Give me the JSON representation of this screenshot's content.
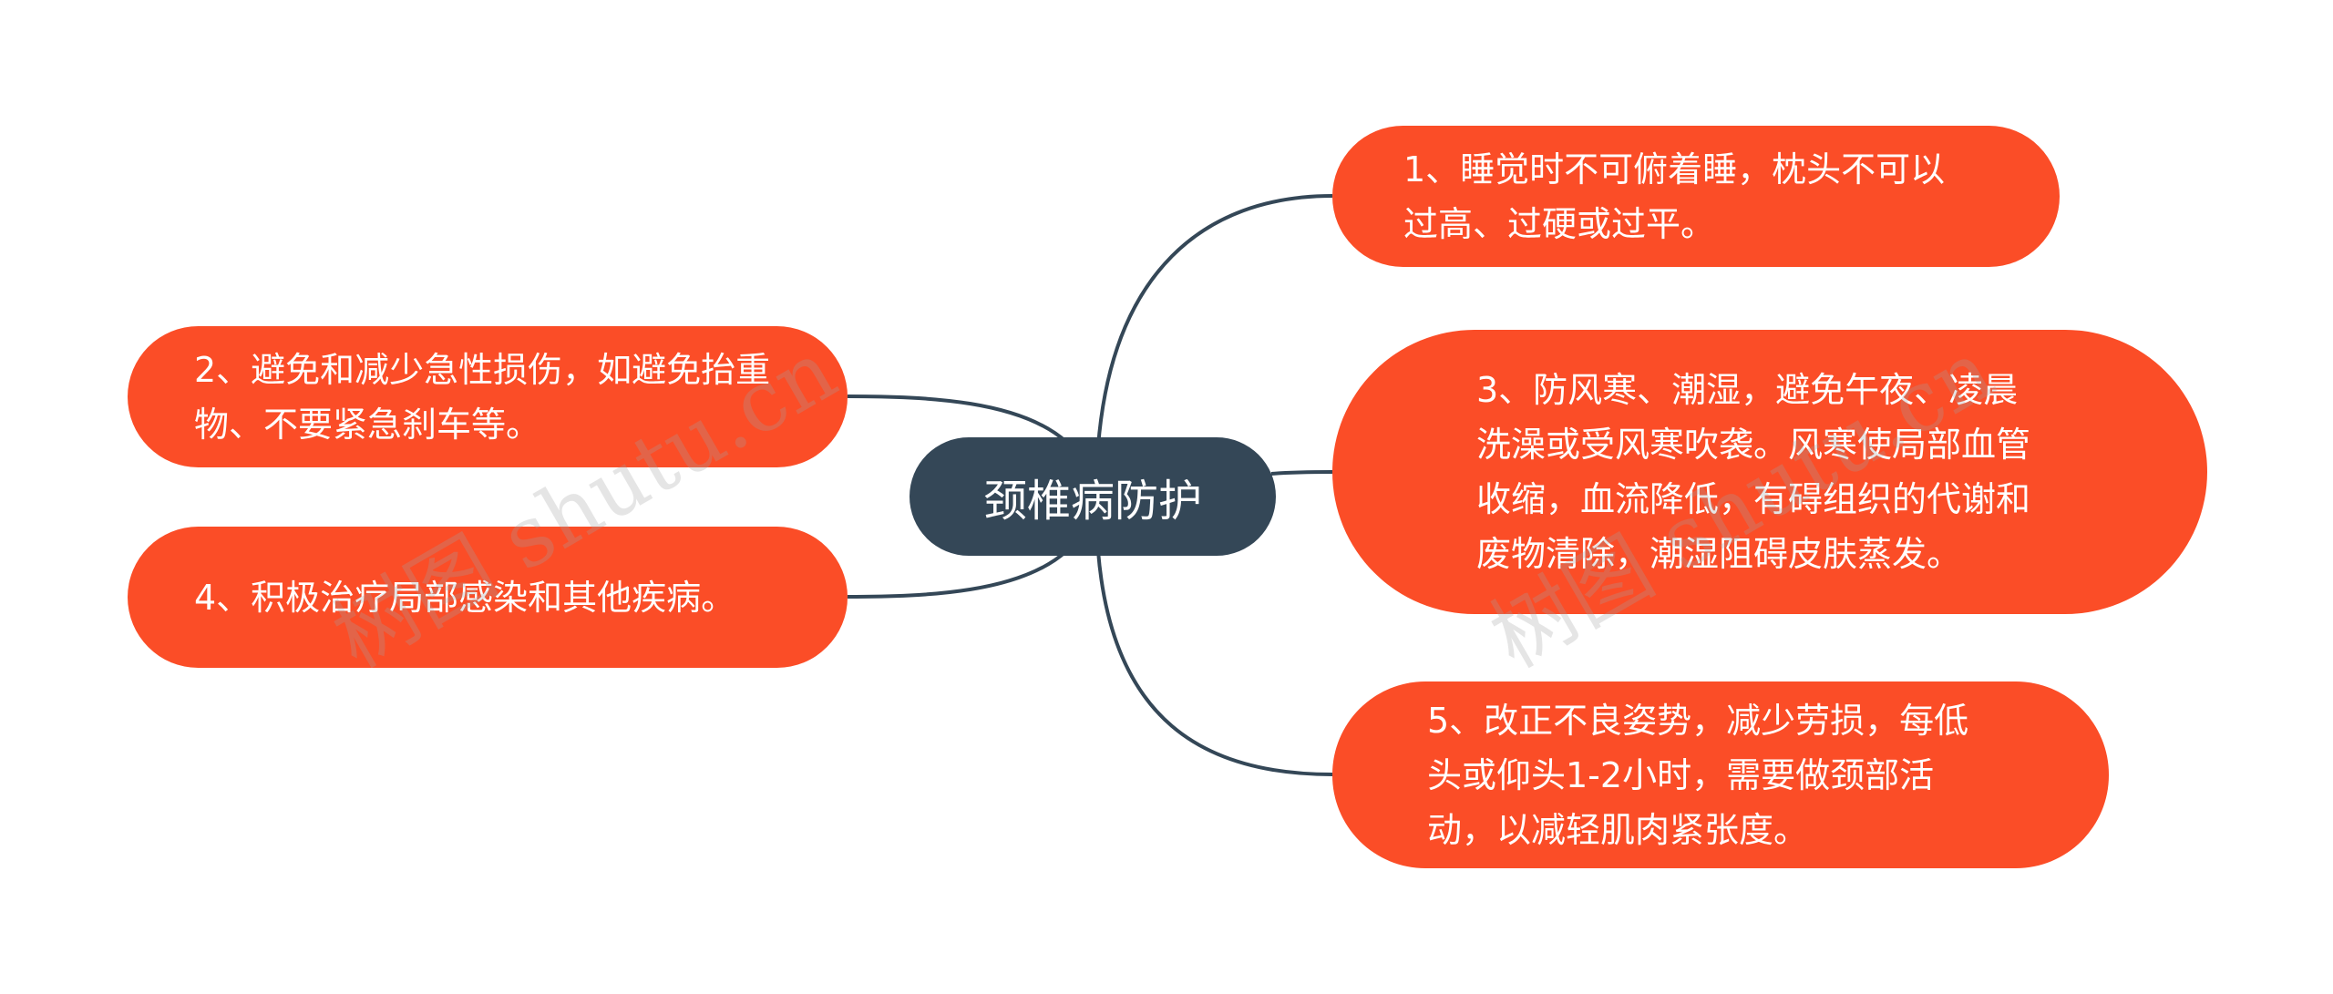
{
  "colors": {
    "center_bg": "#344757",
    "node_bg": "#fb4d27",
    "link": "#344757",
    "text": "#ffffff"
  },
  "central": {
    "label": "颈椎病防护"
  },
  "branches": [
    {
      "side": "right",
      "label": "1、睡觉时不可俯着睡，枕头不可以过高、过硬或过平。"
    },
    {
      "side": "left",
      "label": "2、避免和减少急性损伤，如避免抬重物、不要紧急刹车等。"
    },
    {
      "side": "right",
      "label": "3、防风寒、潮湿，避免午夜、凌晨洗澡或受风寒吹袭。风寒使局部血管收缩，血流降低，有碍组织的代谢和废物清除，潮湿阻碍皮肤蒸发。"
    },
    {
      "side": "left",
      "label": "4、积极治疗局部感染和其他疾病。"
    },
    {
      "side": "right",
      "label": "5、改正不良姿势，减少劳损，每低头或仰头1-2小时，需要做颈部活动，以减轻肌肉紧张度。"
    }
  ],
  "watermarks": [
    "树图 shutu.cn",
    "树图 shutu.cn"
  ]
}
